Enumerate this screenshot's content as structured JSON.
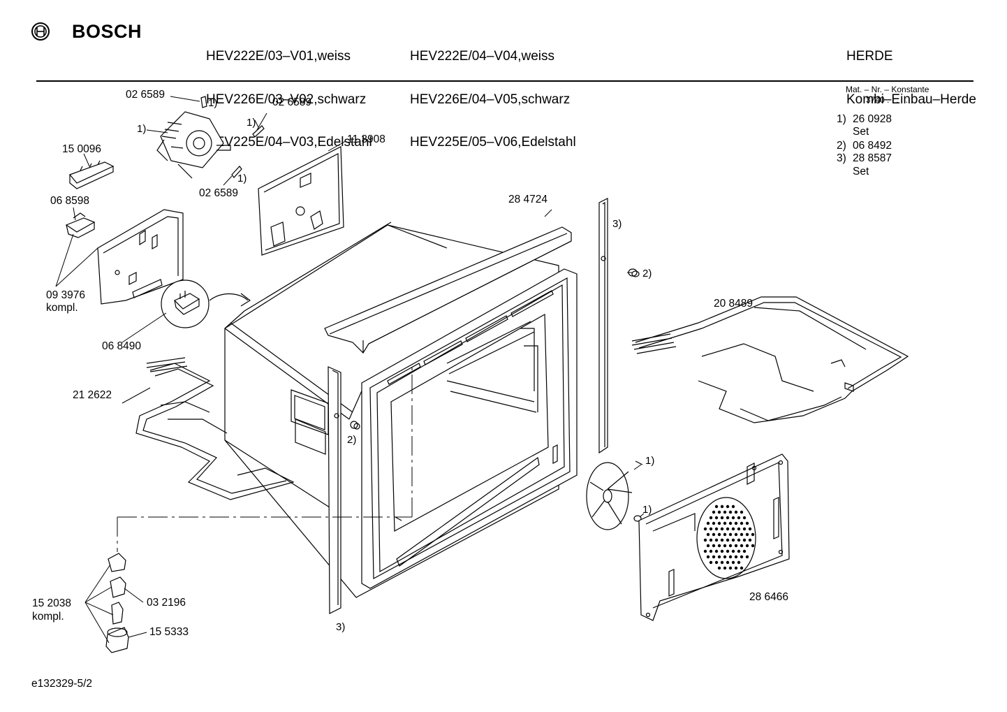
{
  "header": {
    "brand": "BOSCH",
    "models_col1": [
      "HEV222E/03–V01,weiss",
      "HEV226E/03–V02,schwarz",
      "HEV225E/04–V03,Edelstahl"
    ],
    "models_col2": [
      "HEV222E/04–V04,weiss",
      "HEV226E/04–V05,schwarz",
      "HEV225E/05–V06,Edelstahl"
    ],
    "category": "HERDE",
    "subcategory": "Kombi–Einbau–Herde"
  },
  "mat_nr": {
    "label": "Mat. – Nr. – Konstante",
    "value": "3740 .   .   .   .   ."
  },
  "notes": [
    {
      "key": "1)",
      "value": "26 0928",
      "extra": "Set"
    },
    {
      "key": "2)",
      "value": "06 8492",
      "extra": ""
    },
    {
      "key": "3)",
      "value": "28 8587",
      "extra": "Set"
    }
  ],
  "part_labels": {
    "p026589_a": "02 6589",
    "p026589_b": "02 6589",
    "p026589_c": "02 6589",
    "p150096": "15 0096",
    "p068598": "06 8598",
    "p093976": "09 3976",
    "kompl1": "kompl.",
    "p068490": "06 8490",
    "p113908": "11 3908",
    "p284724": "28 4724",
    "p208489": "20 8489",
    "p212622": "21 2622",
    "p286466": "28 6466",
    "p152038": "15 2038",
    "kompl2": "kompl.",
    "p032196": "03 2196",
    "p155333": "15 5333"
  },
  "annotations": {
    "a1_fan_tab": "1)",
    "a1_motor": "1)",
    "a1_clip_top": "1)",
    "a1_clip_mid": "1)",
    "a3_right": "3)",
    "a2_right": "2)",
    "a2_left": "2)",
    "a3_bottom": "3)",
    "a1_fan": "1)",
    "a1_nut": "1)"
  },
  "footer": {
    "doc_id": "e132329-5/2"
  }
}
